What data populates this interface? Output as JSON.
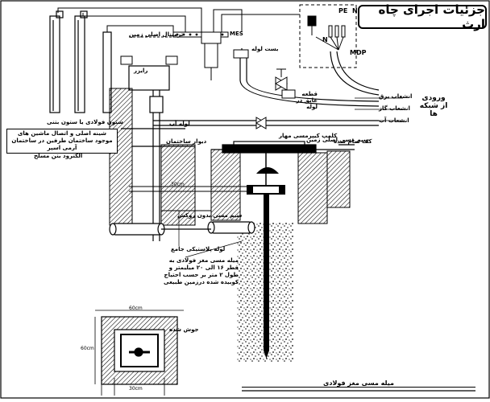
{
  "title": "جزئیات اجرای چاه ارث",
  "bottom_title": "میله مسی مغز فولادی",
  "labels": {
    "incoming": "ورودی از شبکه ها",
    "elec_branch": "انشعاب برق",
    "gas_branch": "انشعاب گاز",
    "water_branch": "انشعاب آب",
    "mdp": "MDP",
    "mes": "MES",
    "pe": "PE",
    "n": "N",
    "main_terminal": "ترمینال اصلی زمین",
    "bond_clamp": "بست لوله",
    "insulating_joint": "قطعه عایق در لوله",
    "steel_column": "ستون فولادی یا ستون بتنی",
    "foundation_note": "شینه اصلی و اتصال ماشین های موجود ساختمان طرفین در ساختمان آرمی اسپر",
    "electrode_note": "الکترود بتن مسلح",
    "riser": "رایزر",
    "water_pipe": "لوله آب",
    "wall": "دیوار ساختمان",
    "copper_wire": "سیم مسی بدون روکش",
    "plastic_pipe": "لوله پلاستیکی جامع",
    "clamp": "کلمپ کیپرمسی مهار",
    "main_ground": "سیم مسی اصلی زمین",
    "soil": "کف تمام شده",
    "rod_note": "میله مسی مغز فولادی به قطر ۱۶ الی ۲۰ میلیمتر و طول ۲ متر بر حسب احتیاج کوبیده شده درزمین طبیعی",
    "welded": "جوش شده",
    "dim_top": "60cm",
    "dim_side": "60cm",
    "dim_inner": "30cm",
    "dim_depth": "30cm"
  }
}
